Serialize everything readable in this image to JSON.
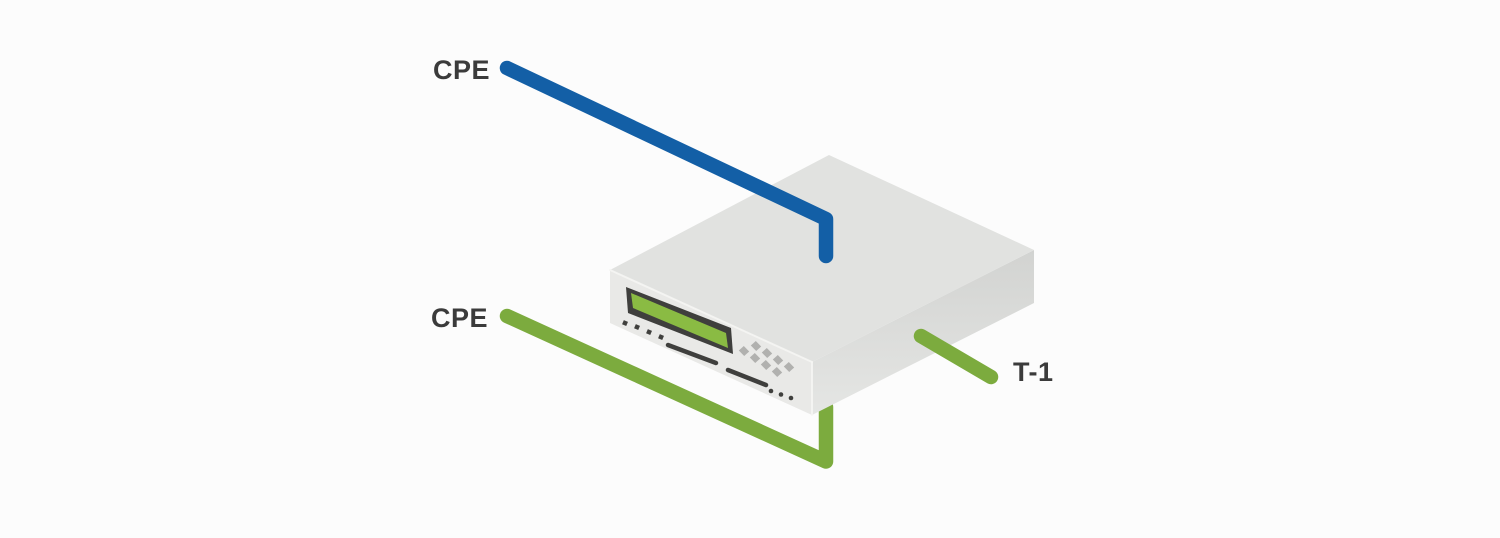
{
  "diagram": {
    "labels": {
      "cpe_top": "CPE",
      "cpe_bottom": "CPE",
      "t1": "T-1"
    },
    "icons": {
      "device": "isometric-network-appliance-icon",
      "blue_cable": "cpe-blue-cable-line",
      "green_cable": "cpe-green-cable-line",
      "t1_cable": "t1-green-stub-line"
    },
    "colors": {
      "background": "#fcfcfc",
      "cable_blue": "#135fa6",
      "cable_green": "#7cab3e",
      "lcd_green": "#8abb43",
      "device_top": "#e1e2e0",
      "device_front": "#e9e9e7",
      "device_side_dark": "#d2d3d1",
      "device_side_light": "#e5e6e4",
      "detail_dark": "#3f3f3d",
      "keypad_gray": "#b1b1af",
      "label_text": "#3b3b3b"
    }
  }
}
